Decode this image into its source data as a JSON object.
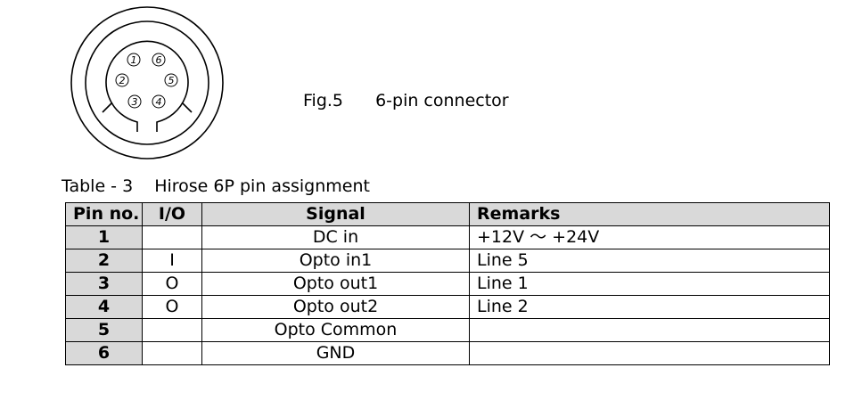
{
  "figure": {
    "number": "Fig.5",
    "title": "6-pin connector",
    "pins": [
      "1",
      "2",
      "3",
      "4",
      "5",
      "6"
    ]
  },
  "table": {
    "caption_number": "Table - 3",
    "caption_title": "Hirose 6P pin assignment",
    "headers": {
      "pin": "Pin no.",
      "io": "I/O",
      "signal": "Signal",
      "remarks": "Remarks"
    },
    "rows": [
      {
        "pin": "1",
        "io": "",
        "signal": "DC in",
        "remarks": "+12V ～ +24V"
      },
      {
        "pin": "2",
        "io": "I",
        "signal": "Opto in1",
        "remarks": "Line 5"
      },
      {
        "pin": "3",
        "io": "O",
        "signal": "Opto out1",
        "remarks": "Line 1"
      },
      {
        "pin": "4",
        "io": "O",
        "signal": "Opto out2",
        "remarks": "Line 2"
      },
      {
        "pin": "5",
        "io": "",
        "signal": "Opto Common",
        "remarks": ""
      },
      {
        "pin": "6",
        "io": "",
        "signal": "GND",
        "remarks": ""
      }
    ]
  }
}
